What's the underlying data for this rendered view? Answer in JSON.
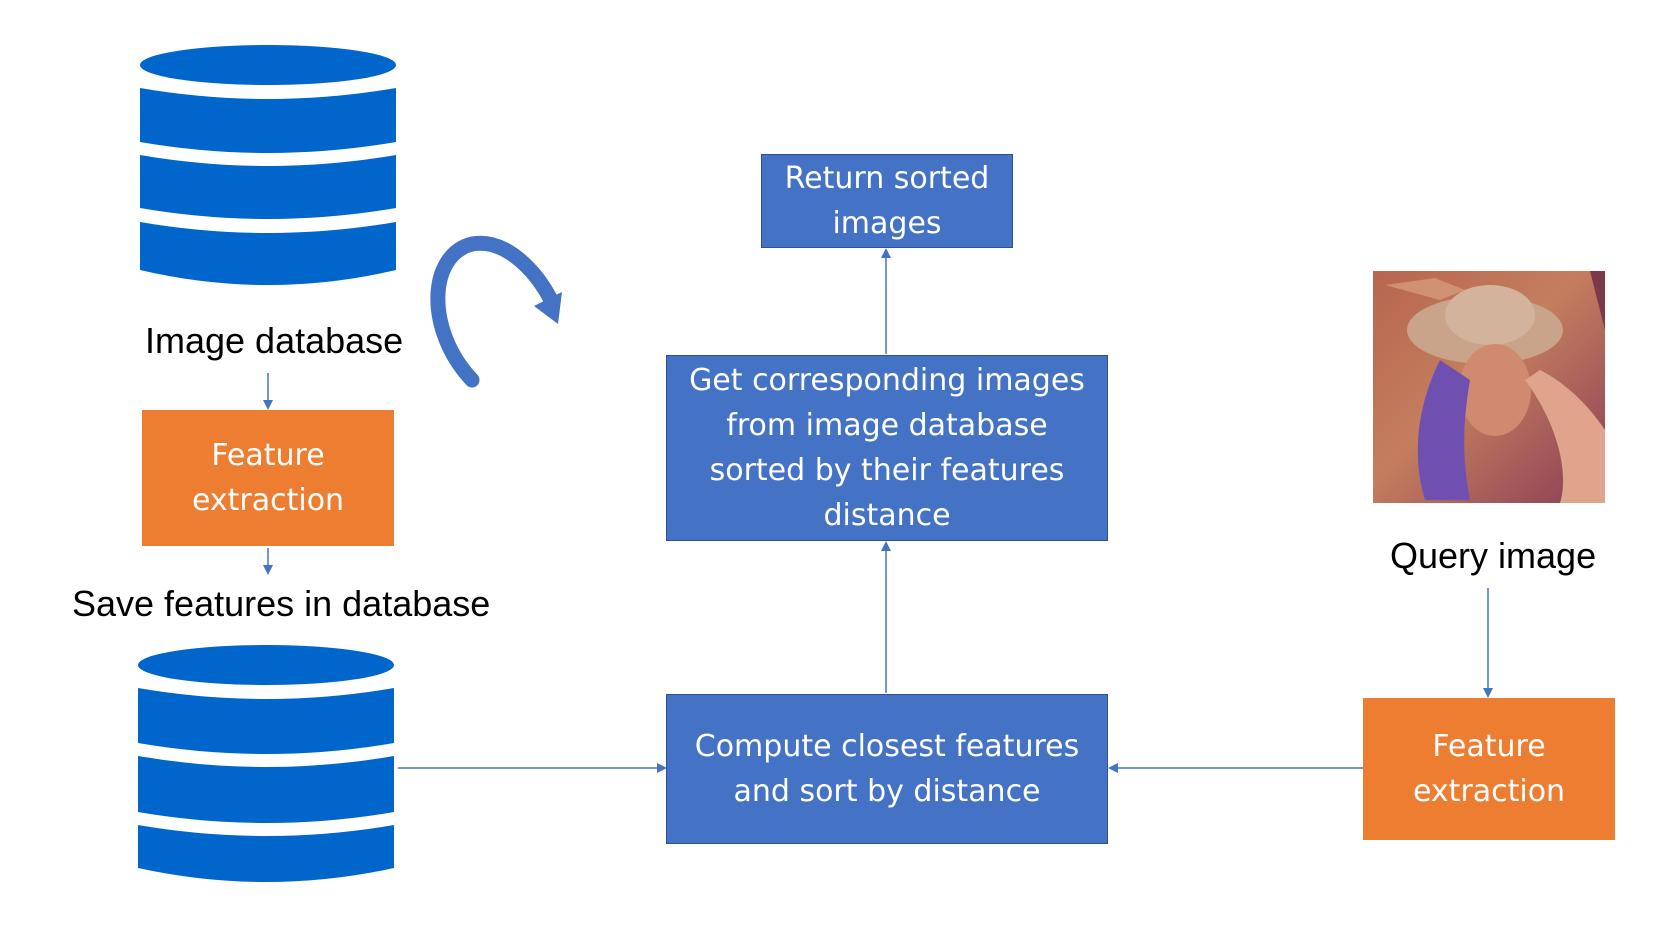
{
  "labels": {
    "image_database": "Image database",
    "save_features": "Save features in database",
    "query_image": "Query image"
  },
  "boxes": {
    "feature_extraction_left": "Feature extraction",
    "feature_extraction_right": "Feature extraction",
    "compute": "Compute closest features and sort by distance",
    "get_images": "Get corresponding images from image database sorted by their features distance",
    "return_sorted": "Return sorted images"
  },
  "colors": {
    "process_blue": "#4472c4",
    "extraction_orange": "#ed7d31",
    "database_blue": "#0066cc",
    "connector": "#4472c4"
  },
  "icons": {
    "database_top": "database-icon",
    "database_bottom": "database-icon",
    "query_image": "portrait-photo",
    "curved_arrow": "curved-arrow-icon"
  }
}
